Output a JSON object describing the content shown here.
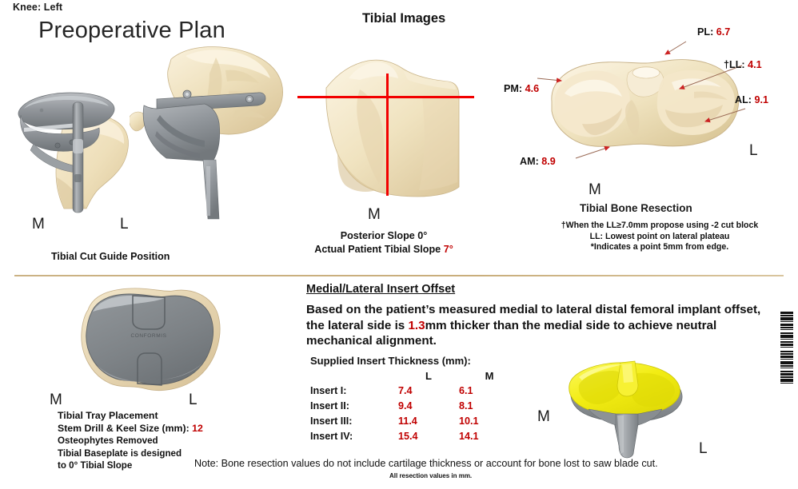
{
  "header": {
    "knee_side": "Knee: Left",
    "title": "Preoperative Plan",
    "section_title": "Tibial Images"
  },
  "cut_guide_panel": {
    "medial_mark": "M",
    "lateral_mark": "L",
    "caption": "Tibial Cut Guide Position"
  },
  "slope_panel": {
    "medial_mark": "M",
    "posterior_slope_label": "Posterior Slope 0°",
    "actual_slope_label": "Actual Patient Tibial Slope ",
    "actual_slope_value": "7°"
  },
  "resection_panel": {
    "title": "Tibial Bone Resection",
    "medial_mark": "M",
    "lateral_mark": "L",
    "callouts": [
      {
        "name": "PL",
        "label": "PL: ",
        "value": "6.7"
      },
      {
        "name": "LL",
        "label": "†LL: ",
        "value": "4.1"
      },
      {
        "name": "AL",
        "label": "AL: ",
        "value": "9.1"
      },
      {
        "name": "PM",
        "label": "PM: ",
        "value": "4.6"
      },
      {
        "name": "AM",
        "label": "AM: ",
        "value": "8.9"
      }
    ],
    "notes": [
      "†When the LL≥7.0mm propose using -2 cut block",
      "LL: Lowest point on lateral plateau",
      "*Indicates a point 5mm from edge."
    ]
  },
  "tray_panel": {
    "medial_mark": "M",
    "lateral_mark": "L",
    "placement_caption": "Tibial Tray Placement",
    "stem_label": "Stem Drill & Keel Size (mm): ",
    "stem_value": "12",
    "osteophytes": "Osteophytes Removed",
    "baseplate_line1": "Tibial Baseplate is designed",
    "baseplate_line2": "to 0° Tibial Slope",
    "tray_logo": "CONFORMIS"
  },
  "insert_offset": {
    "heading": "Medial/Lateral Insert Offset",
    "paragraph_part1": "Based on the patient’s measured medial to lateral distal femoral implant offset, the lateral side is ",
    "paragraph_value": "1.3",
    "paragraph_part2": "mm thicker than the medial side to achieve neutral mechanical alignment.",
    "table_heading": "Supplied Insert Thickness (mm):",
    "columns": [
      "",
      "L",
      "M"
    ],
    "rows": [
      {
        "label": "Insert I:",
        "lateral": "7.4",
        "medial": "6.1"
      },
      {
        "label": "Insert II:",
        "lateral": "9.4",
        "medial": "8.1"
      },
      {
        "label": "Insert III:",
        "lateral": "11.4",
        "medial": "10.1"
      },
      {
        "label": "Insert IV:",
        "lateral": "15.4",
        "medial": "14.1"
      }
    ]
  },
  "implant_panel": {
    "medial_mark": "M",
    "lateral_mark": "L"
  },
  "footer": {
    "note": "Note: Bone resection values do not include cartilage thickness or account for bone lost to saw blade cut.",
    "sub_note": "All resection values in mm."
  },
  "colors": {
    "measurement_red": "#c00000",
    "bone": "#f2e2bd",
    "metal": "#8e9297",
    "implant_yellow": "#f2ec13",
    "divider": "#c9ae7c"
  }
}
